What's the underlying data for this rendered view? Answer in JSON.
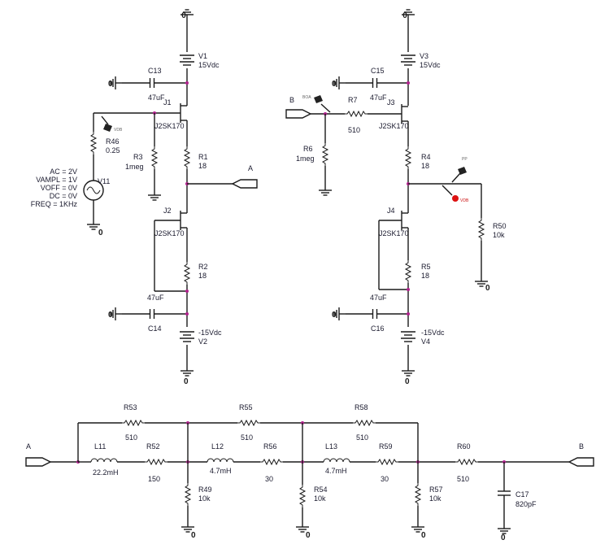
{
  "ground_label": "0",
  "top_left": {
    "V1": {
      "name": "V1",
      "value": "15Vdc"
    },
    "C13": {
      "name": "C13",
      "value": "47uF"
    },
    "J1": {
      "name": "J1",
      "part": "J2SK170"
    },
    "R46": {
      "name": "R46",
      "value": "0.25"
    },
    "V11": {
      "name": "V11",
      "params": [
        "AC = 2V",
        "VAMPL = 1V",
        "VOFF = 0V",
        "DC = 0V",
        "FREQ = 1KHz"
      ]
    },
    "R3": {
      "name": "R3",
      "value": "1meg"
    },
    "R1": {
      "name": "R1",
      "value": "18"
    },
    "J2": {
      "name": "J2",
      "part": "J2SK170"
    },
    "R2": {
      "name": "R2",
      "value": "18"
    },
    "C14": {
      "name": "C14",
      "value": "47uF"
    },
    "V2": {
      "name": "V2",
      "value": "-15Vdc"
    },
    "offpage_A": "A",
    "probe": "VDB"
  },
  "top_right": {
    "V3": {
      "name": "V3",
      "value": "15Vdc"
    },
    "C15": {
      "name": "C15",
      "value": "47uF"
    },
    "J3": {
      "name": "J3",
      "part": "J2SK170"
    },
    "R7": {
      "name": "R7",
      "value": "510"
    },
    "R6": {
      "name": "R6",
      "value": "1meg"
    },
    "R4": {
      "name": "R4",
      "value": "18"
    },
    "R50": {
      "name": "R50",
      "value": "10k"
    },
    "J4": {
      "name": "J4",
      "part": "J2SK170"
    },
    "R5": {
      "name": "R5",
      "value": "18"
    },
    "C16": {
      "name": "C16",
      "value": "47uF"
    },
    "V4": {
      "name": "V4",
      "value": "-15Vdc"
    },
    "offpage_B": "B",
    "probe_left": "BOA",
    "probe_right": "VDB",
    "probe_top": "PP"
  },
  "bottom": {
    "offpage_A": "A",
    "offpage_B": "B",
    "R53": {
      "name": "R53",
      "value": "510"
    },
    "R55": {
      "name": "R55",
      "value": "510"
    },
    "R58": {
      "name": "R58",
      "value": "510"
    },
    "L11": {
      "name": "L11",
      "value": "22.2mH"
    },
    "R52": {
      "name": "R52",
      "value": "150"
    },
    "L12": {
      "name": "L12",
      "value": "4.7mH"
    },
    "R56": {
      "name": "R56",
      "value": "30"
    },
    "L13": {
      "name": "L13",
      "value": "4.7mH"
    },
    "R59": {
      "name": "R59",
      "value": "30"
    },
    "R60": {
      "name": "R60",
      "value": "510"
    },
    "R49": {
      "name": "R49",
      "value": "10k"
    },
    "R54": {
      "name": "R54",
      "value": "10k"
    },
    "R57": {
      "name": "R57",
      "value": "10k"
    },
    "C17": {
      "name": "C17",
      "value": "820pF"
    }
  }
}
